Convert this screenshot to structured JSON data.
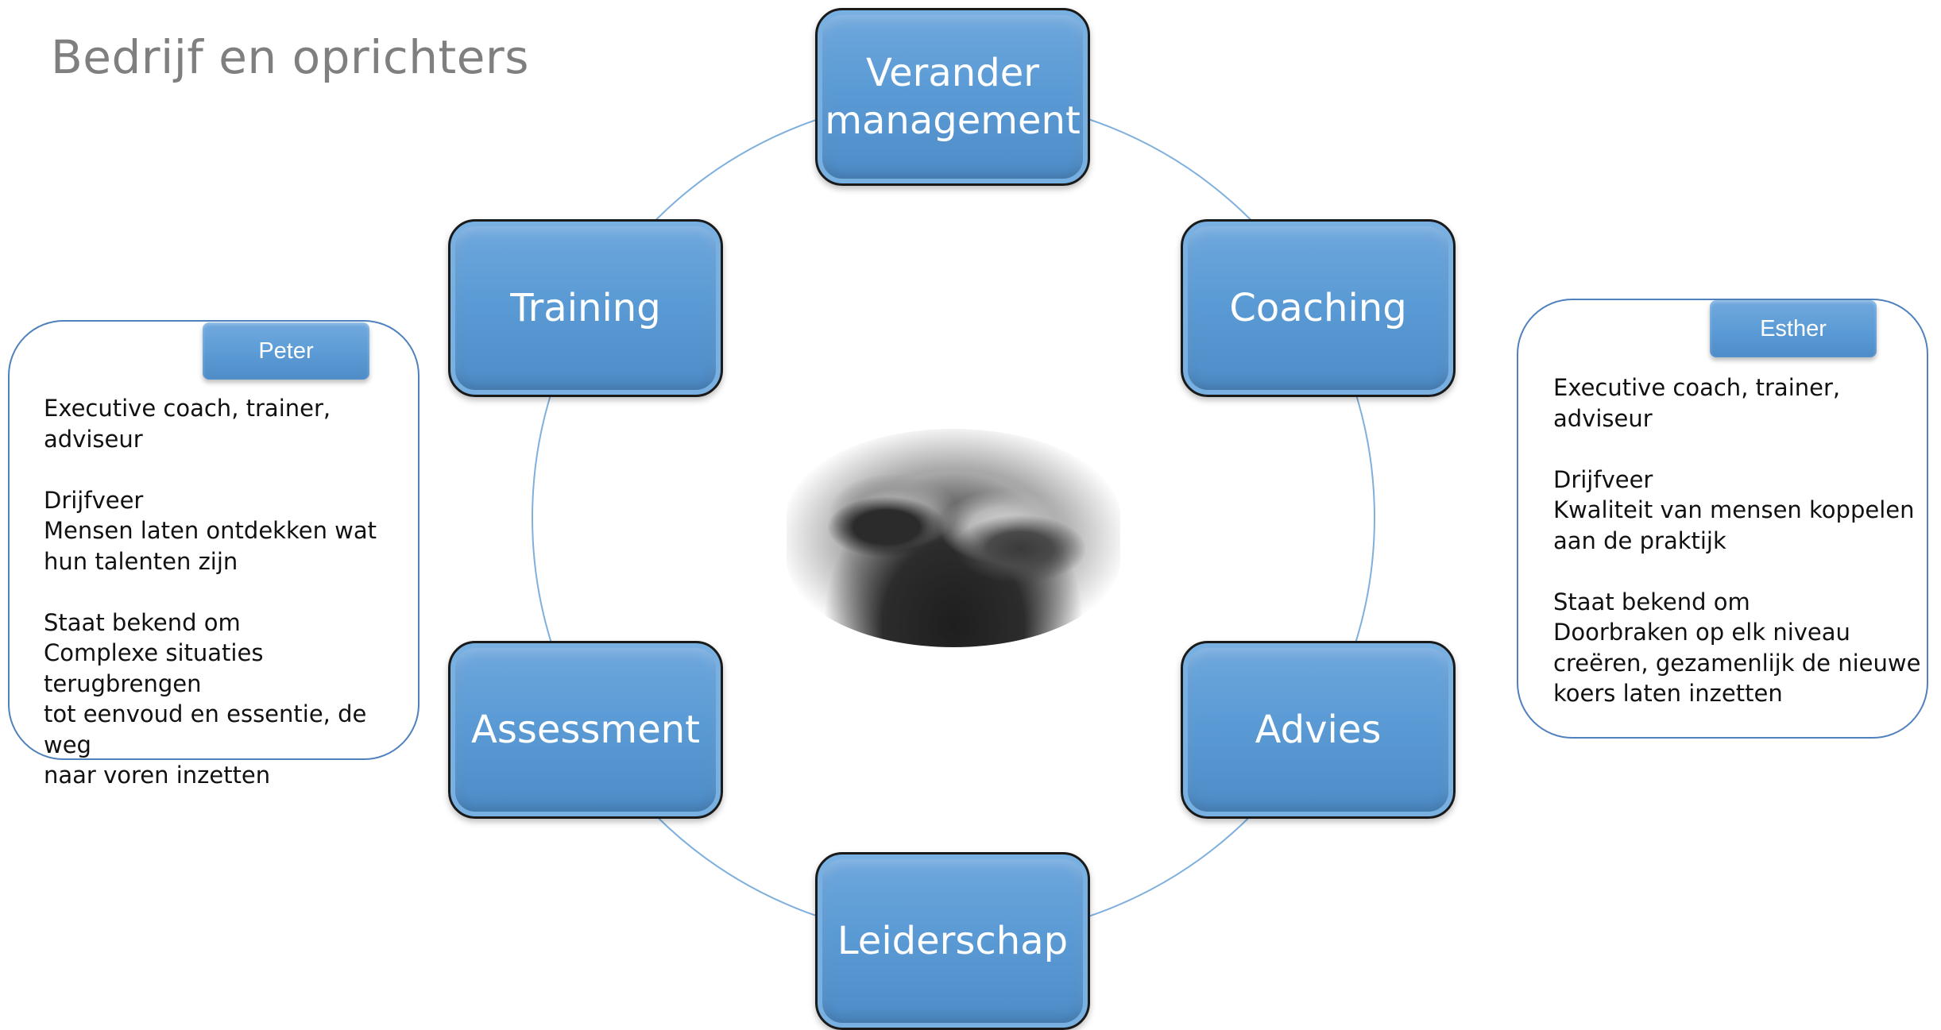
{
  "page": {
    "title": "Bedrijf en oprichters"
  },
  "cycle": {
    "nodes": [
      {
        "id": "verander-management",
        "label": "Verander\nmanagement"
      },
      {
        "id": "coaching",
        "label": "Coaching"
      },
      {
        "id": "advies",
        "label": "Advies"
      },
      {
        "id": "leiderschap",
        "label": "Leiderschap"
      },
      {
        "id": "assessment",
        "label": "Assessment"
      },
      {
        "id": "training",
        "label": "Training"
      }
    ],
    "ring_color": "#5b9bd5",
    "node_color": "#5b9bd5",
    "photo": "founders-photo-grayscale"
  },
  "founders": {
    "peter": {
      "name": "Peter",
      "role_line1": "Executive coach, trainer,",
      "role_line2": "adviseur",
      "drive_heading": "Drijfveer",
      "drive_line1": "Mensen laten ontdekken wat",
      "drive_line2": "hun talenten zijn",
      "known_heading": "Staat bekend om",
      "known_line1": "Complexe situaties terugbrengen",
      "known_line2": "tot eenvoud en essentie, de weg",
      "known_line3": "naar voren inzetten"
    },
    "esther": {
      "name": "Esther",
      "role_line1": "Executive coach, trainer,",
      "role_line2": "adviseur",
      "drive_heading": "Drijfveer",
      "drive_line1": "Kwaliteit van mensen koppelen",
      "drive_line2": "aan de praktijk",
      "known_heading": "Staat bekend om",
      "known_line1": "Doorbraken op elk niveau",
      "known_line2": "creëren, gezamenlijk de nieuwe",
      "known_line3": "koers laten inzetten"
    }
  },
  "colors": {
    "accent": "#5b9bd5",
    "card_border": "#4f81bd",
    "title": "#7f7f7f"
  }
}
